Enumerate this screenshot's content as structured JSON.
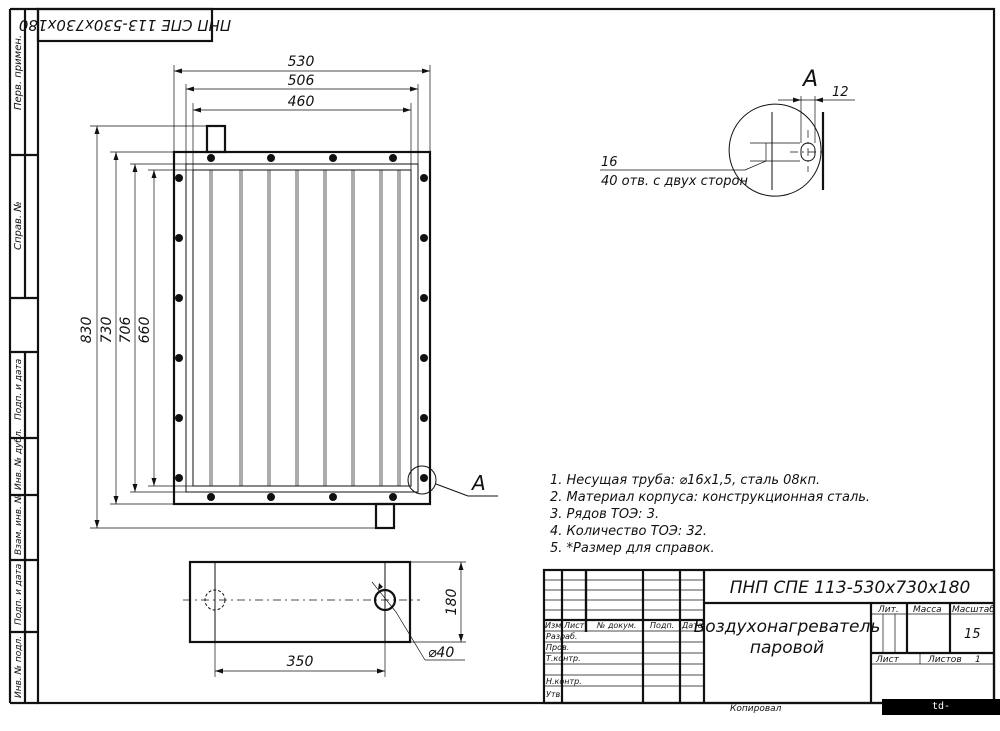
{
  "drawing": {
    "stamp_code_mirrored": "ПНП СПЕ 113-530x730x180",
    "side_labels": [
      "Перв. примен.",
      "Справ. №",
      "Подп. и дата",
      "Инв. № дубл.",
      "Взам. инв. №",
      "Подп. и дата",
      "Инв. № подл."
    ],
    "front_dims": {
      "w530": "530",
      "w506": "506",
      "w460": "460",
      "h830": "830",
      "h730": "730",
      "h706": "706",
      "h660": "660"
    },
    "side_dims": {
      "len350": "350",
      "h180": "180",
      "dia40": "⌀40"
    },
    "detail": {
      "letter": "A",
      "dim12": "12",
      "hole_dia": "16",
      "hole_note": "40 отв. с двух сторон"
    },
    "callout_letter": "A",
    "notes": [
      "1. Несущая труба: ⌀16x1,5, сталь 08кп.",
      "2. Материал корпуса: конструкционная сталь.",
      "3. Рядов ТОЭ: 3.",
      "4. Количество ТОЭ: 32.",
      "5. *Размер для справок."
    ]
  },
  "title_block": {
    "code": "ПНП СПЕ 113-530x730x180",
    "name_line1": "Воздухонагреватель",
    "name_line2": "паровой",
    "header_cols": [
      "Изм.",
      "Лист",
      "№ докум.",
      "Подп.",
      "Дата"
    ],
    "roles": [
      "Разраб.",
      "Пров.",
      "Т.контр.",
      "Н.контр.",
      "Утв."
    ],
    "lit_label": "Лит.",
    "mass_label": "Масса",
    "scale_label": "Масштаб",
    "scale_value": "15",
    "sheet_label": "Лист",
    "sheets_label": "Листов",
    "sheets_value": "1",
    "copied_label": "Копировал"
  },
  "watermark": "td-favoryt.agrobiz.net"
}
